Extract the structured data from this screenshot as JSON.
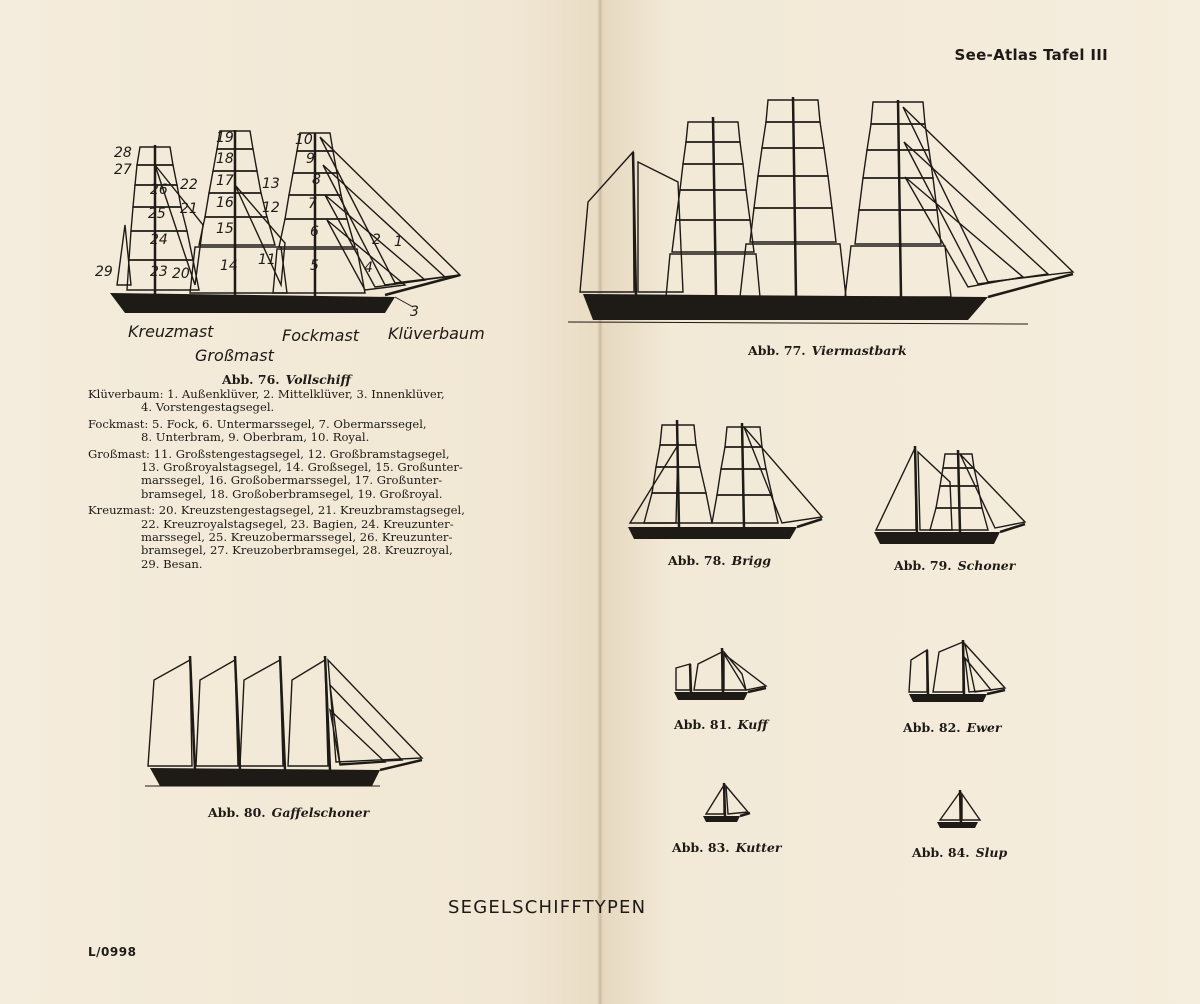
{
  "header": "See-Atlas Tafel III",
  "footer": {
    "title": "SEGELSCHIFFTYPEN",
    "code": "L/0998"
  },
  "vollschiff": {
    "caption_abb": "Abb. 76.",
    "caption_title": "Vollschiff",
    "mast_labels": {
      "kreuzmast": "Kreuzmast",
      "grossmast": "Großmast",
      "fockmast": "Fockmast",
      "kluverbaum": "Klüverbaum"
    },
    "sail_numbers": [
      "1",
      "2",
      "3",
      "4",
      "5",
      "6",
      "7",
      "8",
      "9",
      "10",
      "11",
      "12",
      "13",
      "14",
      "15",
      "16",
      "17",
      "18",
      "19",
      "20",
      "21",
      "22",
      "23",
      "24",
      "25",
      "26",
      "27",
      "28",
      "29"
    ]
  },
  "legend": {
    "kluverbaum": [
      "Klüverbaum: 1. Außenklüver, 2. Mittelklüver, 3. Innenklüver,",
      "4. Vorstengestagsegel."
    ],
    "fockmast": [
      "Fockmast: 5. Fock, 6. Untermarssegel, 7. Obermarssegel,",
      "8. Unterbram, 9. Oberbram, 10. Royal."
    ],
    "grossmast": [
      "Großmast: 11. Großstengestagsegel, 12. Großbramstagsegel,",
      "13. Großroyalstagsegel, 14. Großsegel, 15. Großunter-",
      "marssegel, 16. Großobermarssegel, 17. Großunter-",
      "bramsegel, 18. Großoberbramsegel, 19. Großroyal."
    ],
    "kreuzmast": [
      "Kreuzmast: 20. Kreuzstengestagsegel, 21. Kreuzbramstagsegel,",
      "22. Kreuzroyalstagsegel, 23. Bagien, 24. Kreuzunter-",
      "marssegel, 25. Kreuzobermarssegel, 26. Kreuzunter-",
      "bramsegel, 27. Kreuzoberbramsegel, 28. Kreuzroyal,",
      "29. Besan."
    ]
  },
  "figures": [
    {
      "abb": "Abb. 77.",
      "title": "Viermastbark"
    },
    {
      "abb": "Abb. 78.",
      "title": "Brigg"
    },
    {
      "abb": "Abb. 79.",
      "title": "Schoner"
    },
    {
      "abb": "Abb. 80.",
      "title": "Gaffelschoner"
    },
    {
      "abb": "Abb. 81.",
      "title": "Kuff"
    },
    {
      "abb": "Abb. 82.",
      "title": "Ewer"
    },
    {
      "abb": "Abb. 83.",
      "title": "Kutter"
    },
    {
      "abb": "Abb. 84.",
      "title": "Slup"
    }
  ],
  "colors": {
    "paper": "#f3ead8",
    "ink": "#1e1a16"
  }
}
